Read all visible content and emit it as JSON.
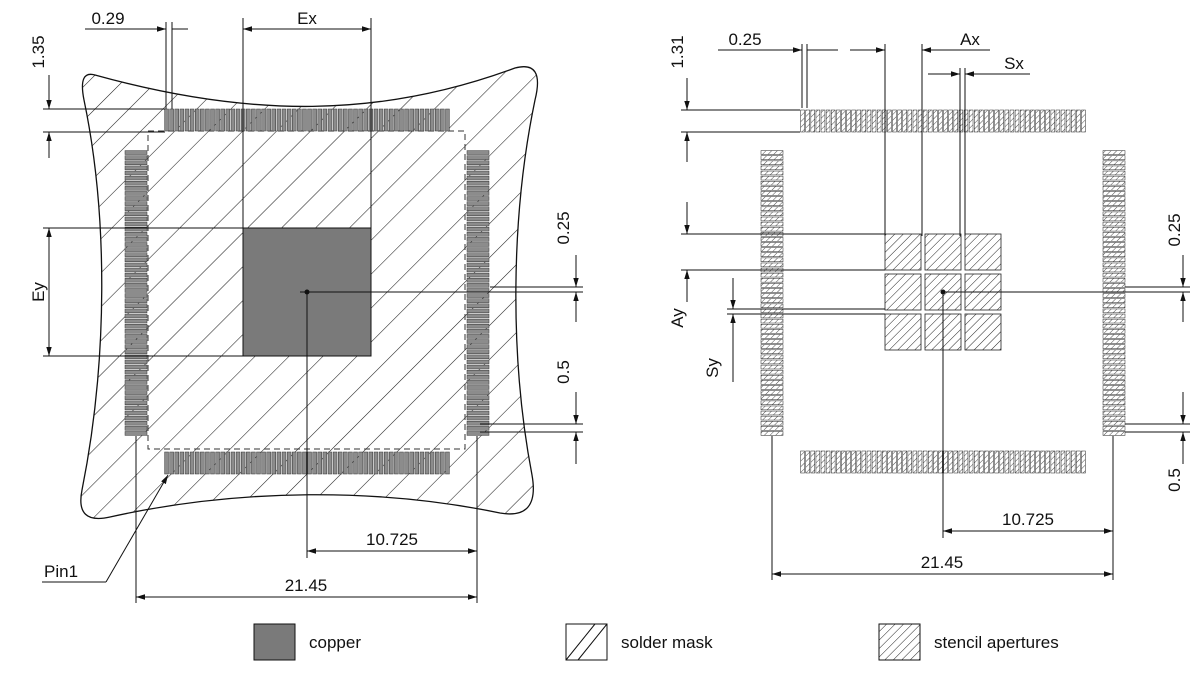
{
  "colors": {
    "copper": "#7a7a7a",
    "pad_fill": "#8c8c8c",
    "line": "#111111",
    "mask_hatch": "#222222",
    "background": "#ffffff"
  },
  "left_view": {
    "dims": {
      "pitch": "0.29",
      "exposed_pad_x": "Ex",
      "exposed_pad_y": "Ey",
      "pad_length": "1.35",
      "mask_gap_top": "0.25",
      "mask_gap_bottom": "0.5",
      "half_span": "10.725",
      "full_span": "21.45"
    },
    "pin1_label": "Pin1"
  },
  "right_view": {
    "dims": {
      "pitch": "0.25",
      "aperture_x": "Ax",
      "aperture_space_x": "Sx",
      "aperture_y": "Ay",
      "aperture_space_y": "Sy",
      "pad_length": "1.31",
      "pad_gap_top": "0.25",
      "pad_gap_bottom": "0.5",
      "half_span": "10.725",
      "full_span": "21.45"
    },
    "stencil_grid": {
      "rows": 3,
      "cols": 3
    }
  },
  "legend": {
    "copper": "copper",
    "solder_mask": "solder mask",
    "stencil": "stencil apertures"
  }
}
